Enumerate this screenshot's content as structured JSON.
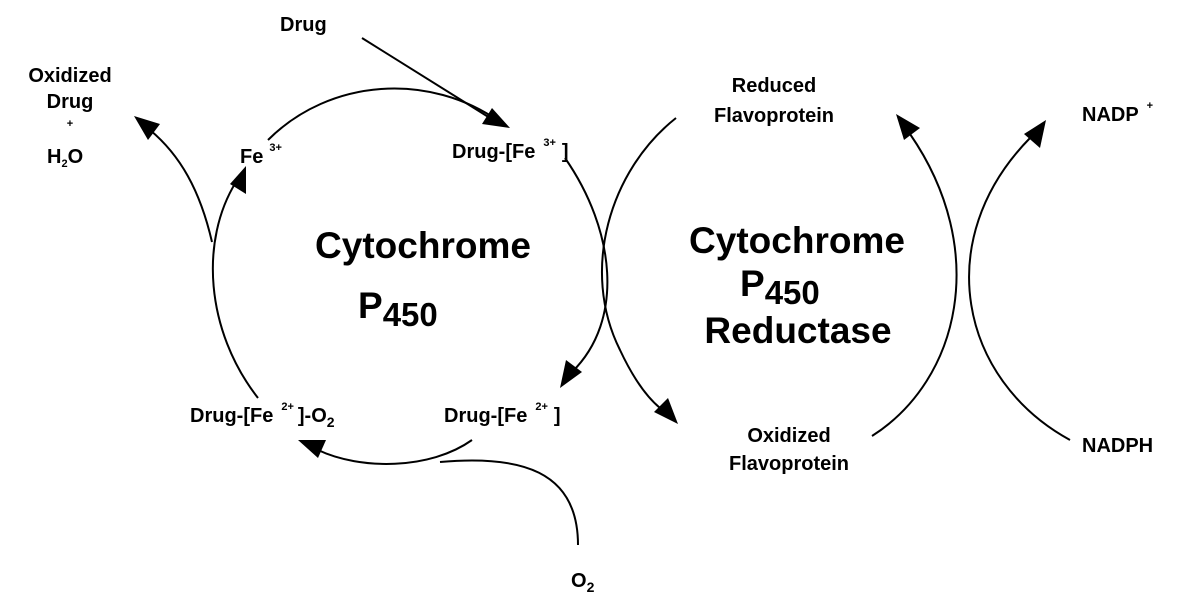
{
  "left_cycle": {
    "title": "Cytochrome",
    "p_letter": "P",
    "p_subscript": "450"
  },
  "right_cycle": {
    "title": "Cytochrome",
    "p_letter": "P",
    "p_subscript": "450",
    "subtitle": "Reductase"
  },
  "labels": {
    "drug_input": "Drug",
    "oxidized_drug_line1": "Oxidized",
    "oxidized_drug_line2": "Drug",
    "plus": "+",
    "water_h": "H",
    "water_2": "2",
    "water_o": "O",
    "fe3": {
      "text": "Fe",
      "charge": "3+"
    },
    "drug_fe3": {
      "prefix": "Drug-[Fe",
      "charge": "3+",
      "suffix": "]"
    },
    "drug_fe2": {
      "prefix": "Drug-[Fe",
      "charge": "2+",
      "suffix": "]"
    },
    "drug_fe2_o2": {
      "prefix": "Drug-[Fe",
      "charge": "2+",
      "suffix": "]-O",
      "sub": "2"
    },
    "o2_input": {
      "text": "O",
      "sub": "2"
    },
    "reduced_flavo_line1": "Reduced",
    "reduced_flavo_line2": "Flavoprotein",
    "oxidized_flavo_line1": "Oxidized",
    "oxidized_flavo_line2": "Flavoprotein",
    "nadp": {
      "text": "NADP",
      "charge": "+"
    },
    "nadph": "NADPH"
  }
}
